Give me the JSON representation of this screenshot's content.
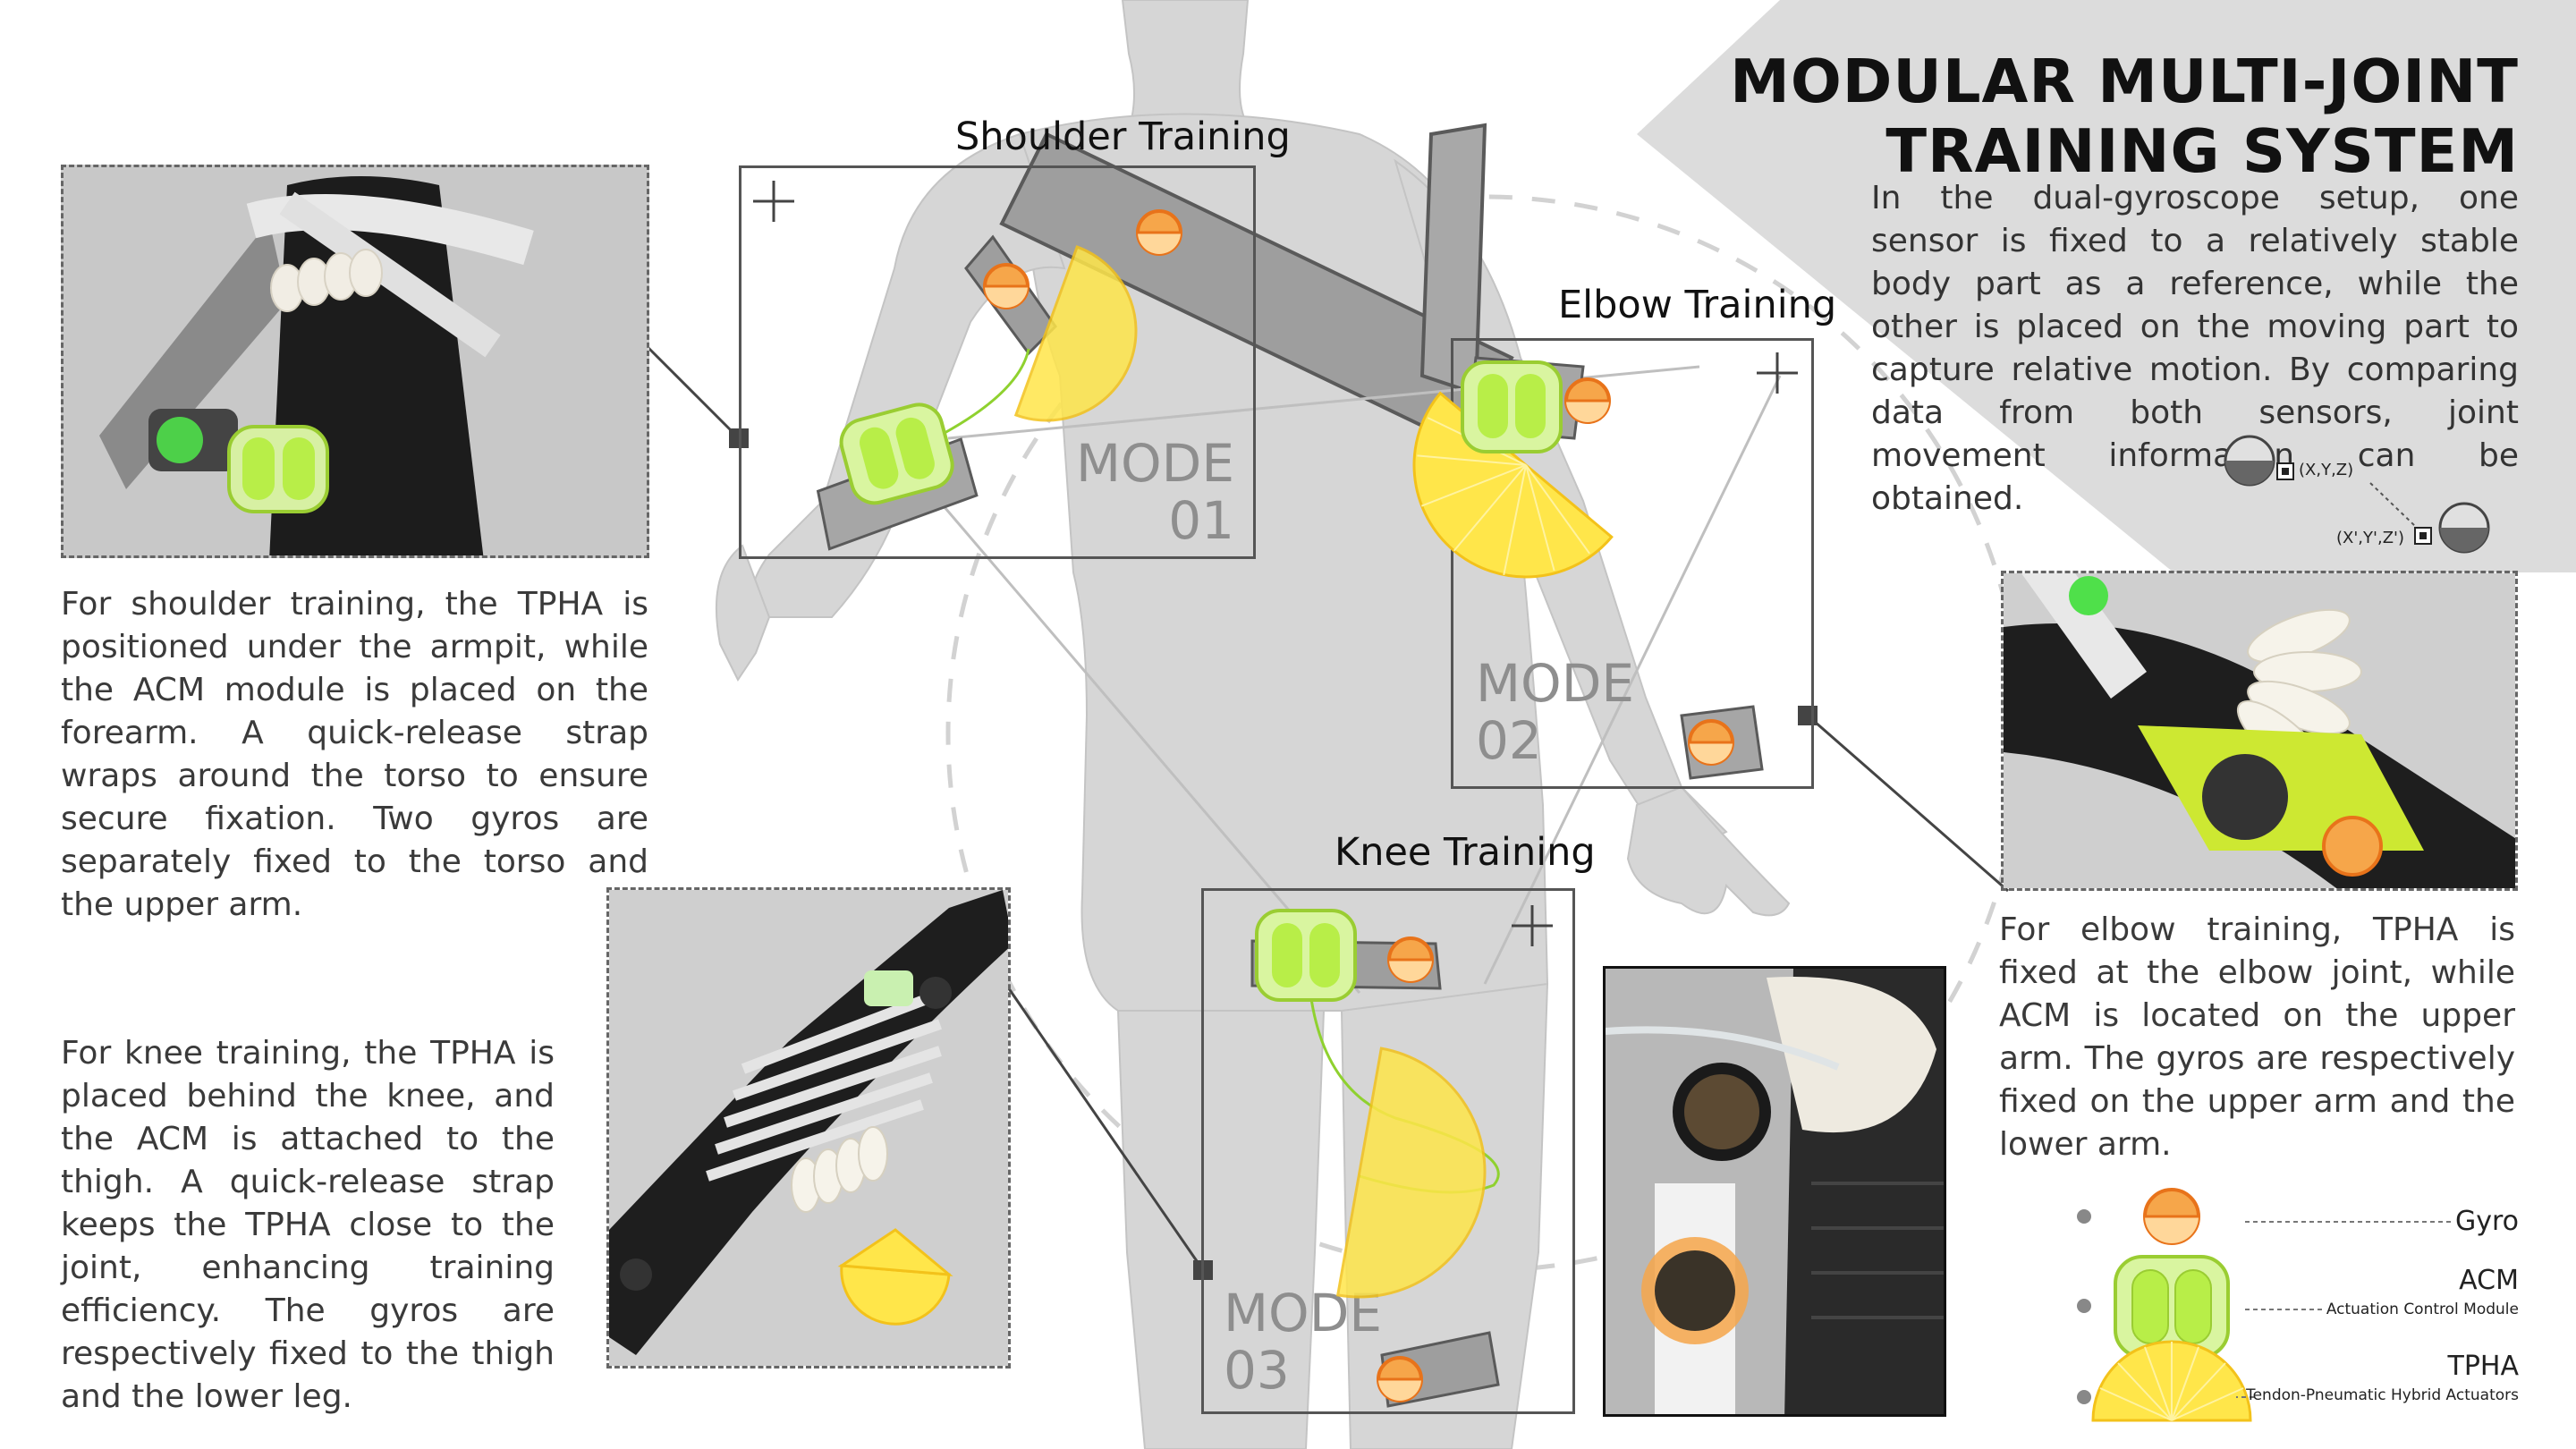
{
  "title": {
    "line1": "MODULAR MULTI-JOINT",
    "line2": "TRAINING SYSTEM"
  },
  "intro": "In the dual-gyroscope setup, one sensor is fixed to a relatively stable body part as a reference, while the other is placed on the moving part to capture relative motion. By comparing data from both sensors, joint movement information can be obtained.",
  "coords": {
    "reference": "(X,Y,Z)",
    "moving": "(X',Y',Z')"
  },
  "shoulder": {
    "title": "Shoulder Training",
    "mode_word": "MODE",
    "mode_num": "01",
    "description": "For shoulder training, the TPHA is positioned under the armpit, while the ACM module is placed on the forearm. A quick-release strap wraps around the torso to ensure secure fixation. Two gyros are separately fixed to the torso and the upper arm."
  },
  "elbow": {
    "title": "Elbow Training",
    "mode_word": "MODE",
    "mode_num": "02",
    "description": "For elbow training, TPHA is fixed at the elbow joint, while ACM is located on the upper arm. The gyros are respectively fixed on the upper arm and the lower arm."
  },
  "knee": {
    "title": "Knee Training",
    "mode_word": "MODE",
    "mode_num": "03",
    "description": "For knee training, the TPHA is placed behind the knee, and the ACM is attached to the thigh. A quick-release strap keeps the TPHA close to the joint, enhancing training efficiency. The gyros are respectively fixed to the thigh and the lower leg."
  },
  "legend": {
    "gyro": {
      "label": "Gyro",
      "icon": "gyro-icon"
    },
    "acm": {
      "label": "ACM",
      "sub": "Actuation Control Module",
      "icon": "acm-icon"
    },
    "tpha": {
      "label": "TPHA",
      "sub": "Tendon-Pneumatic Hybrid Actuators",
      "icon": "tpha-icon"
    }
  },
  "colors": {
    "gyro_fill": "#f6a64a",
    "gyro_stroke": "#e8731a",
    "acm_fill": "#d9f5a0",
    "acm_core": "#b8ee48",
    "acm_stroke": "#9acd32",
    "tpha_fill": "#ffe64a",
    "strap": "#9e9e9e",
    "body": "#d6d6d6",
    "frame": "#555555"
  }
}
